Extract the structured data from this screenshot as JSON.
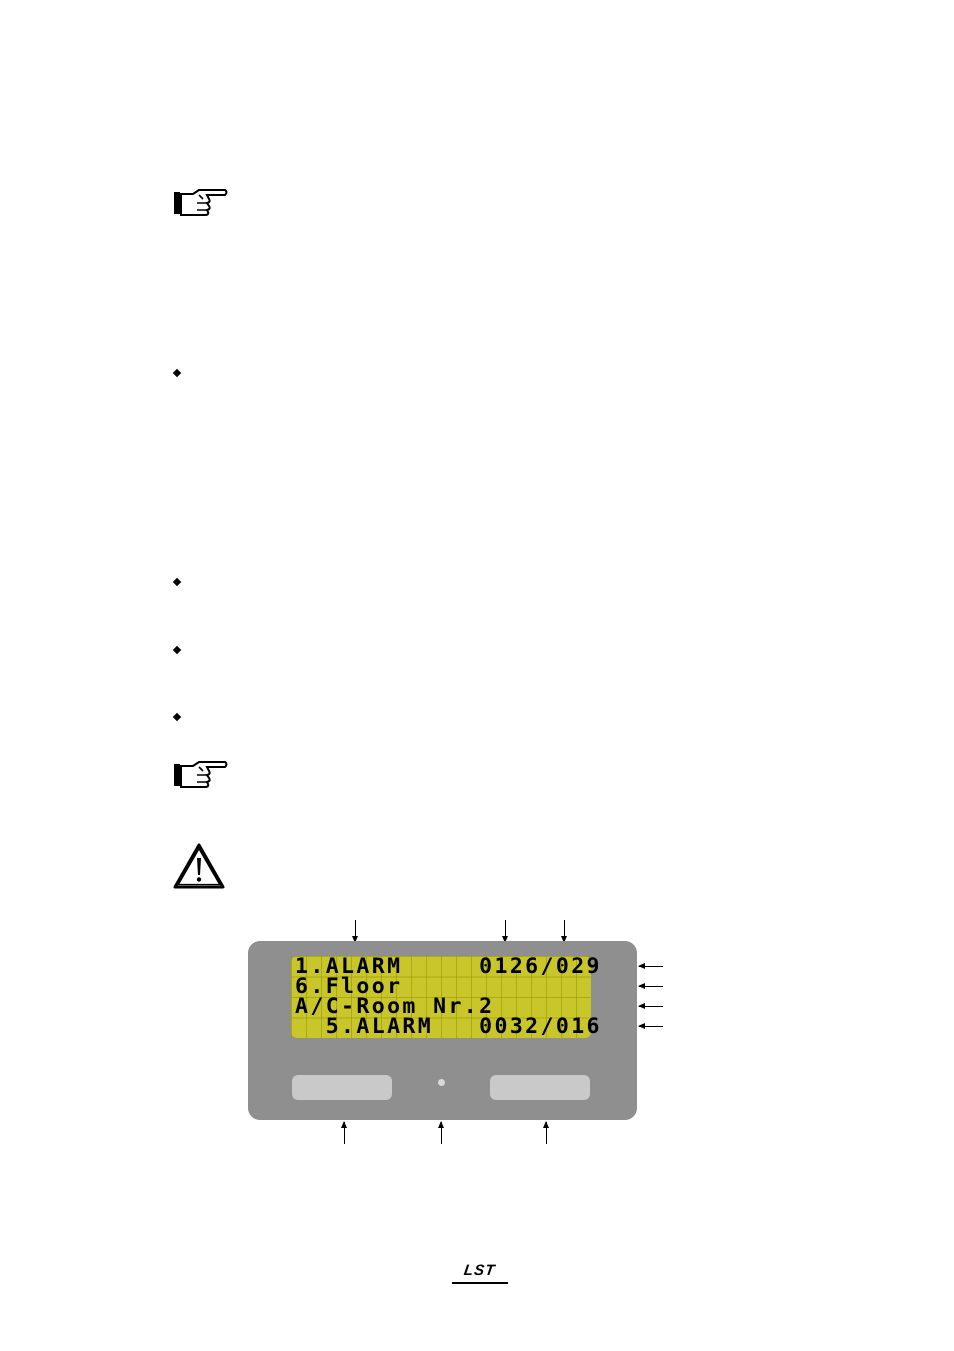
{
  "icons": {
    "note_icon": "pointing-hand-icon",
    "bullet_icon": "diamond-bullet-icon",
    "warning_icon": "warning-triangle-icon",
    "logo": "lst-logo"
  },
  "display": {
    "lines": [
      "1.ALARM     0126/029",
      "6.Floor",
      "A/C-Room Nr.2",
      "  5.ALARM   0032/016"
    ]
  },
  "footer": {
    "logo_text": "LST"
  },
  "colors": {
    "panel": "#8f8f8f",
    "lcd": "#c8c62a",
    "soft_key": "#c9c9c9"
  }
}
